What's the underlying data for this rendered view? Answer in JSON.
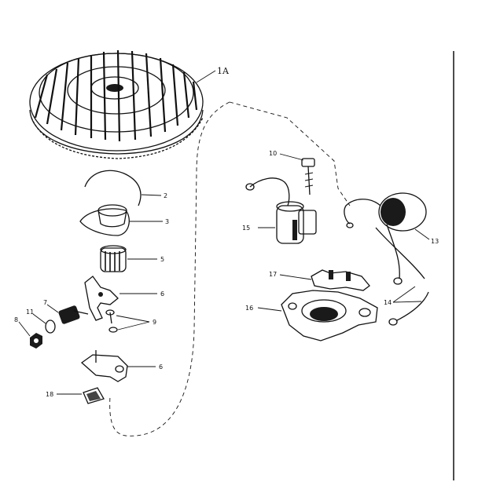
{
  "diagram": {
    "labels": {
      "flywheel": "1A",
      "spring_clip": "2",
      "cover_plate": "3",
      "cam": "5",
      "breaker_arm": "6",
      "breaker_plate": "6",
      "nut": "8",
      "washer": "11",
      "terminal": "7",
      "screws": "9",
      "felt": "18",
      "screw": "10",
      "condenser": "15",
      "coil": "13",
      "coil_clip": "17",
      "bracket": "16",
      "wires": "14"
    },
    "colors": {
      "ink": "#111111",
      "paper": "#ffffff"
    }
  }
}
